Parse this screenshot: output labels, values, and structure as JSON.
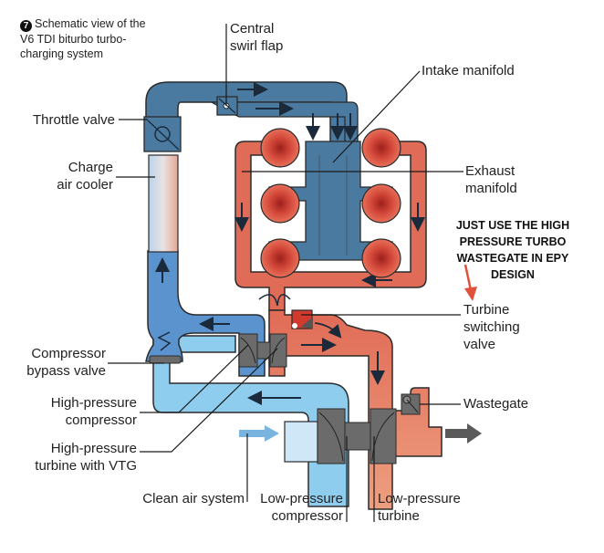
{
  "caption": {
    "number": "7",
    "line1": "Schematic view of the",
    "line2": "V6 TDI biturbo turbo-",
    "line3": "charging system"
  },
  "annotation": {
    "line1": "JUST USE THE HIGH",
    "line2": "PRESSURE TURBO",
    "line3": "WASTEGATE IN EPY",
    "line4": "DESIGN",
    "arrow_color": "#e0503a"
  },
  "labels": {
    "central_swirl_flap": [
      "Central",
      "swirl flap"
    ],
    "intake_manifold": "Intake manifold",
    "throttle_valve": "Throttle valve",
    "charge_air_cooler": [
      "Charge",
      "air cooler"
    ],
    "exhaust_manifold": [
      "Exhaust",
      "manifold"
    ],
    "turbine_switching_valve": [
      "Turbine",
      "switching",
      "valve"
    ],
    "compressor_bypass_valve": [
      "Compressor",
      "bypass valve"
    ],
    "hp_compressor": [
      "High-pressure",
      "compressor"
    ],
    "hp_turbine": [
      "High-pressure",
      "turbine with VTG"
    ],
    "wastegate": "Wastegate",
    "clean_air_system": "Clean air system",
    "lp_compressor": [
      "Low-pressure",
      "compressor"
    ],
    "lp_turbine": [
      "Low-pressure",
      "turbine"
    ]
  },
  "colors": {
    "intake_dark_blue": "#4a7aa0",
    "charge_blue": "#5b93cf",
    "fresh_air_light_blue": "#8fcdee",
    "clean_air_pale": "#cfe7f6",
    "exhaust_red": "#e06b56",
    "exhaust_light": "#ec9a78",
    "cylinder_dark": "#b8322a",
    "turbo_gray": "#6b6b6b",
    "outline": "#2b2b2b"
  }
}
